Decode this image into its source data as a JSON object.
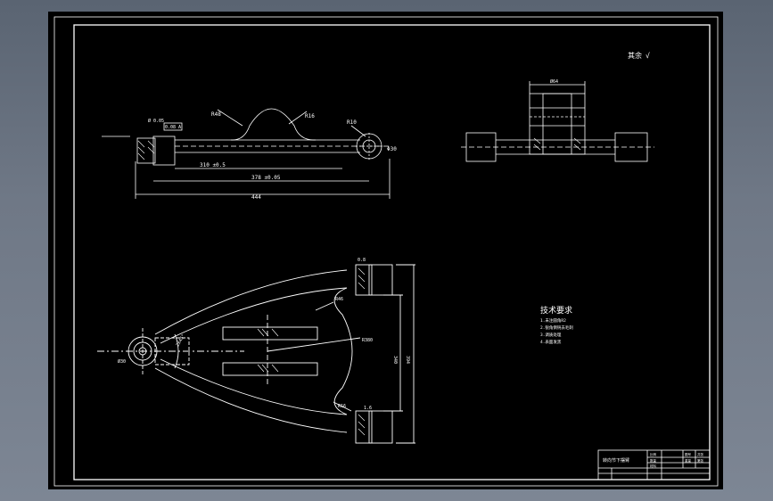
{
  "drawing": {
    "roughness_note": "其余",
    "roughness_symbol": "√",
    "tech_req": {
      "title": "技术要求",
      "lines": [
        "1.未注圆角R2",
        "2.锐角倒钝去毛刺",
        "3.调质处理",
        "4.表面发黑"
      ]
    },
    "title_block": {
      "part_name": "转向节下摆臂",
      "cells": [
        "比例",
        "数量",
        "材料",
        "图号",
        "重量",
        "共张",
        "第张"
      ]
    },
    "dims": {
      "top_overall": "444",
      "top_mid": "378 ±0.05",
      "top_inner": "310 ±0.5",
      "top_r1": "R48",
      "top_r2": "R16",
      "top_r3": "R10",
      "top_dia": "Φ30",
      "top_tol": "Ø 0.05",
      "top_frame_ref": "0.08 A",
      "side_width": "Ø64",
      "plan_r_big": "R380",
      "plan_r1": "R46",
      "plan_r2": "R16",
      "plan_v1": "340",
      "plan_v2": "394",
      "plan_dia": "Ø30",
      "plan_tol_top": "0.8",
      "plan_tol_bot": "1.6",
      "plan_chamfer": "2X45°"
    }
  }
}
